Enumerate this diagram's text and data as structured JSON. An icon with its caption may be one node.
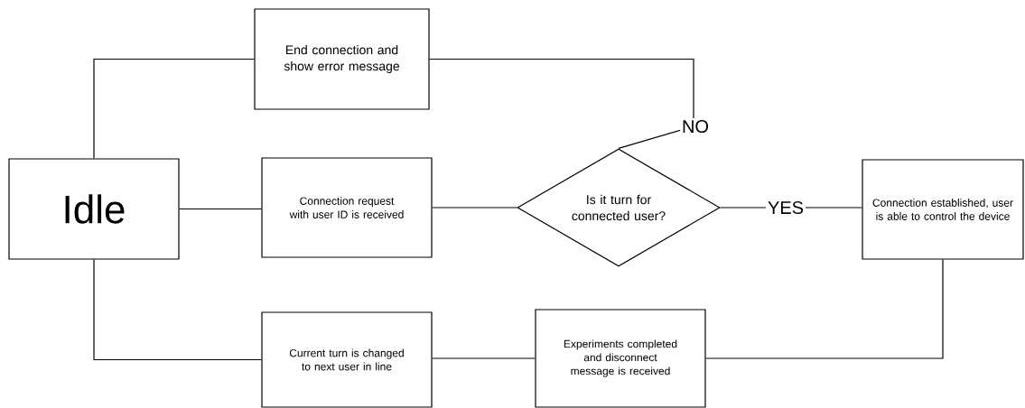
{
  "diagram": {
    "nodes": [
      {
        "text": [
          "Idle"
        ]
      },
      {
        "text": [
          "End connection and show error message"
        ]
      },
      {
        "text": [
          "Connection request with user ID is received"
        ]
      },
      {
        "text": [
          "Is it turn for connected user?"
        ]
      },
      {
        "text": [
          "Connection established, user is able to control the device"
        ]
      },
      {
        "text": [
          "Current turn is changed to next user in line"
        ]
      },
      {
        "text": [
          "Experiments completed and disconnect message is received"
        ]
      }
    ],
    "edges": [
      {
        "from": 0,
        "to": 1,
        "arrow": "none"
      },
      {
        "from": 0,
        "to": 2,
        "arrow": "none"
      },
      {
        "from": 2,
        "to": 3,
        "arrow": "none"
      },
      {
        "from": 3,
        "to": 4,
        "arrow": "none",
        "label": "YES"
      },
      {
        "from": 3,
        "to": 1,
        "arrow": "none",
        "label": "NO"
      },
      {
        "from": 4,
        "to": 6,
        "arrow": "none"
      },
      {
        "from": 6,
        "to": 5,
        "arrow": "none"
      },
      {
        "from": 5,
        "to": 0,
        "arrow": "none"
      }
    ]
  }
}
